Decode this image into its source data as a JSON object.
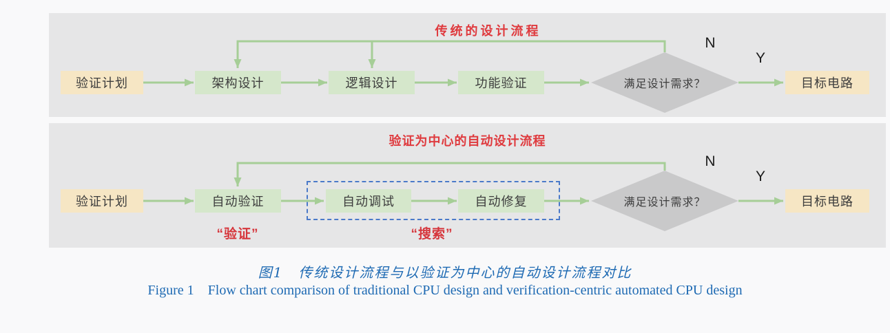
{
  "colors": {
    "page_bg": "#f9f9fa",
    "panel_bg": "#e6e6e7",
    "tan_node": "#f6e6c4",
    "green_node": "#d5e7cb",
    "arrow_green": "#a6ce97",
    "diamond_gray": "#c9c9ca",
    "accent_red": "#df3a3e",
    "dashed_blue": "#4a79c9",
    "caption_blue": "#1e6ab3"
  },
  "panels": [
    {
      "title": "传统的设计流程",
      "nodes": [
        {
          "label": "验证计划"
        },
        {
          "label": "架构设计"
        },
        {
          "label": "逻辑设计"
        },
        {
          "label": "功能验证"
        },
        {
          "label": "满足设计需求？"
        },
        {
          "label": "目标电路"
        }
      ],
      "branch_no": "N",
      "branch_yes": "Y"
    },
    {
      "title": "验证为中心的自动设计流程",
      "nodes": [
        {
          "label": "验证计划"
        },
        {
          "label": "自动验证"
        },
        {
          "label": "自动调试"
        },
        {
          "label": "自动修复"
        },
        {
          "label": "满足设计需求？"
        },
        {
          "label": "目标电路"
        }
      ],
      "branch_no": "N",
      "branch_yes": "Y",
      "annotations": [
        {
          "label": "“验证”"
        },
        {
          "label": "“搜索”"
        }
      ]
    }
  ],
  "figure": {
    "caption_zh": "图1　传统设计流程与以验证为中心的自动设计流程对比",
    "caption_en": "Figure 1 Flow chart comparison of traditional CPU design and verification-centric automated CPU design"
  }
}
